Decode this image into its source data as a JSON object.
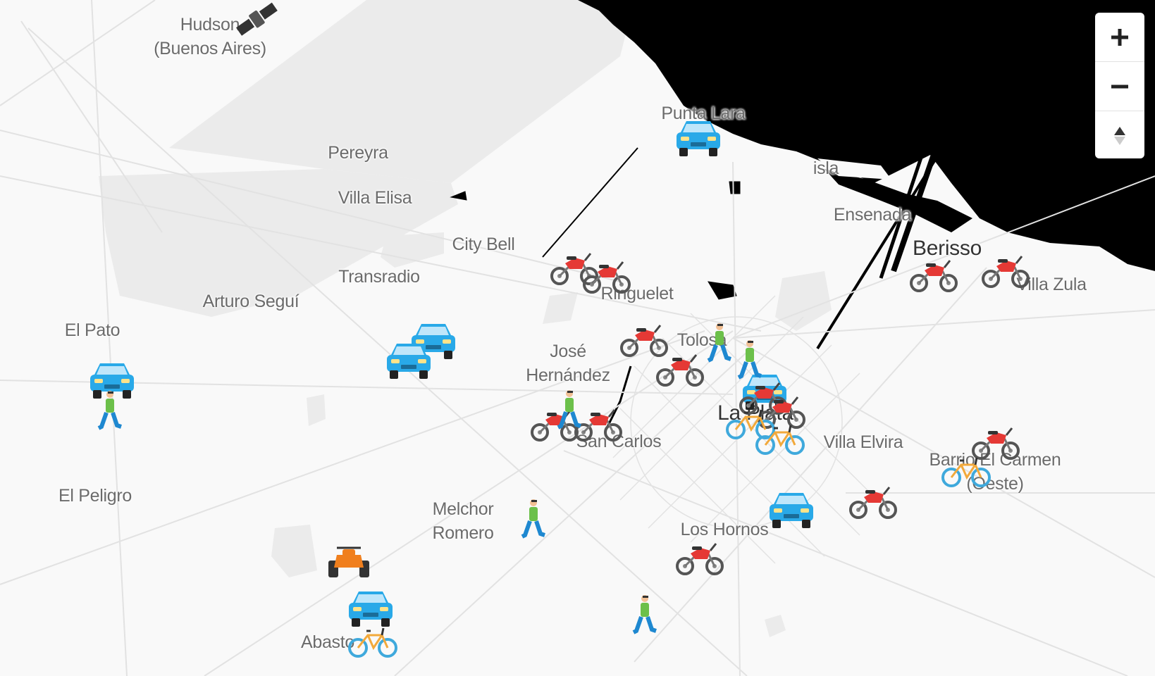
{
  "map": {
    "controls": {
      "zoom_in_icon": "plus-icon",
      "zoom_out_icon": "minus-icon",
      "compass_icon": "compass-north-icon"
    },
    "colors": {
      "water": "#000000",
      "land": "#f9f9f9",
      "park": "#ebebeb",
      "road": "#e2e2e2",
      "label": "#6b6b6b",
      "car": "#29a9e8",
      "moto": "#e53935",
      "bike": "#3fa9dc",
      "quad": "#f07f1d",
      "walker_shirt": "#6cc04a",
      "walker_pants": "#1e88d0"
    },
    "places": [
      {
        "id": "hudson",
        "lines": [
          "Hudson",
          "(Buenos Aires)"
        ]
      },
      {
        "id": "pereyra",
        "lines": [
          "Pereyra"
        ]
      },
      {
        "id": "villa-elisa",
        "lines": [
          "Villa Elisa"
        ]
      },
      {
        "id": "city-bell",
        "lines": [
          "City Bell"
        ]
      },
      {
        "id": "transradio",
        "lines": [
          "Transradio"
        ]
      },
      {
        "id": "arturo-segui",
        "lines": [
          "Arturo Seguí"
        ]
      },
      {
        "id": "el-pato",
        "lines": [
          "El Pato"
        ]
      },
      {
        "id": "el-peligro",
        "lines": [
          "El Peligro"
        ]
      },
      {
        "id": "punta-lara",
        "lines": [
          "Punta Lara"
        ]
      },
      {
        "id": "isla",
        "lines": [
          "isla"
        ]
      },
      {
        "id": "ensenada",
        "lines": [
          "Ensenada"
        ]
      },
      {
        "id": "berisso",
        "lines": [
          "Berisso"
        ]
      },
      {
        "id": "villa-zula",
        "lines": [
          "Villa Zula"
        ]
      },
      {
        "id": "ringuelet",
        "lines": [
          "Ringuelet"
        ]
      },
      {
        "id": "tolosa",
        "lines": [
          "Tolosa"
        ]
      },
      {
        "id": "jose-hernandez",
        "lines": [
          "José",
          "Hernández"
        ]
      },
      {
        "id": "la-plata",
        "lines": [
          "La Plata"
        ]
      },
      {
        "id": "san-carlos",
        "lines": [
          "San Carlos"
        ]
      },
      {
        "id": "villa-elvira",
        "lines": [
          "Villa Elvira"
        ]
      },
      {
        "id": "barrio-el-carmen",
        "lines": [
          "Barrio El Carmen",
          "(Oeste)"
        ]
      },
      {
        "id": "melchor-romero",
        "lines": [
          "Melchor",
          "Romero"
        ]
      },
      {
        "id": "los-hornos",
        "lines": [
          "Los Hornos"
        ]
      },
      {
        "id": "abasto",
        "lines": [
          "Abasto"
        ]
      }
    ],
    "markers": [
      {
        "type": "car"
      },
      {
        "type": "car"
      },
      {
        "type": "car"
      },
      {
        "type": "car"
      },
      {
        "type": "car"
      },
      {
        "type": "car"
      },
      {
        "type": "car"
      },
      {
        "type": "moto"
      },
      {
        "type": "moto"
      },
      {
        "type": "moto"
      },
      {
        "type": "moto"
      },
      {
        "type": "moto"
      },
      {
        "type": "moto"
      },
      {
        "type": "moto"
      },
      {
        "type": "moto"
      },
      {
        "type": "moto"
      },
      {
        "type": "moto"
      },
      {
        "type": "moto"
      },
      {
        "type": "moto"
      },
      {
        "type": "moto"
      },
      {
        "type": "bike"
      },
      {
        "type": "bike"
      },
      {
        "type": "bike"
      },
      {
        "type": "bike"
      },
      {
        "type": "walker"
      },
      {
        "type": "walker"
      },
      {
        "type": "walker"
      },
      {
        "type": "walker"
      },
      {
        "type": "walker"
      },
      {
        "type": "walker"
      },
      {
        "type": "quad"
      },
      {
        "type": "satellite"
      }
    ]
  }
}
